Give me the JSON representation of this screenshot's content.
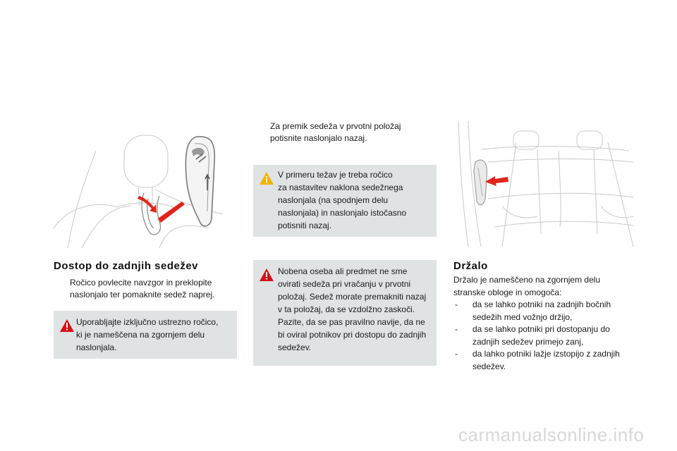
{
  "left": {
    "heading": "Dostop do zadnjih sedežev",
    "bullet": "Ročico povlecite navzgor in preklopite\nnaslonjalo ter pomaknite sedež naprej.",
    "warning": "Uporabljajte izključno ustrezno ročico,\nki je nameščena na zgornjem delu\nnaslonjala."
  },
  "middle": {
    "bullet": "Za premik sedeža v prvotni položaj\npotisnite naslonjalo nazaj.",
    "info": "V primeru težav je treba ročico\nza nastavitev naklona sedežnega\nnaslonjala (na spodnjem delu\nnaslonjala) in naslonjalo istočasno\npotisniti nazaj.",
    "warning": "Nobena oseba ali predmet ne sme\novirati sedeža pri vračanju v prvotni\npoložaj. Sedež morate premakniti nazaj\nv ta položaj, da se vzdolžno zaskoči.\nPazite, da se pas pravilno navije, da ne\nbi oviral potnikov pri dostopu do zadnjih\nsedežev."
  },
  "right": {
    "heading": "Držalo",
    "intro": "Držalo je nameščeno na zgornjem delu\nstranske obloge in omogoča:",
    "items": [
      "da se lahko potniki na zadnjih bočnih\nsedežih med vožnjo držijo,",
      "da se lahko potniki pri dostopanju do\nzadnjih sedežev primejo zanj,",
      "da lahko potniki lažje izstopijo z zadnjih\nsedežev."
    ]
  },
  "markers": {
    "bullet": ""
  },
  "watermark": "carmanualsonline.info",
  "colors": {
    "box": "#dfe3e4",
    "warning": "#d8101a",
    "info": "#f0b400",
    "arrow": "#e2231a"
  }
}
